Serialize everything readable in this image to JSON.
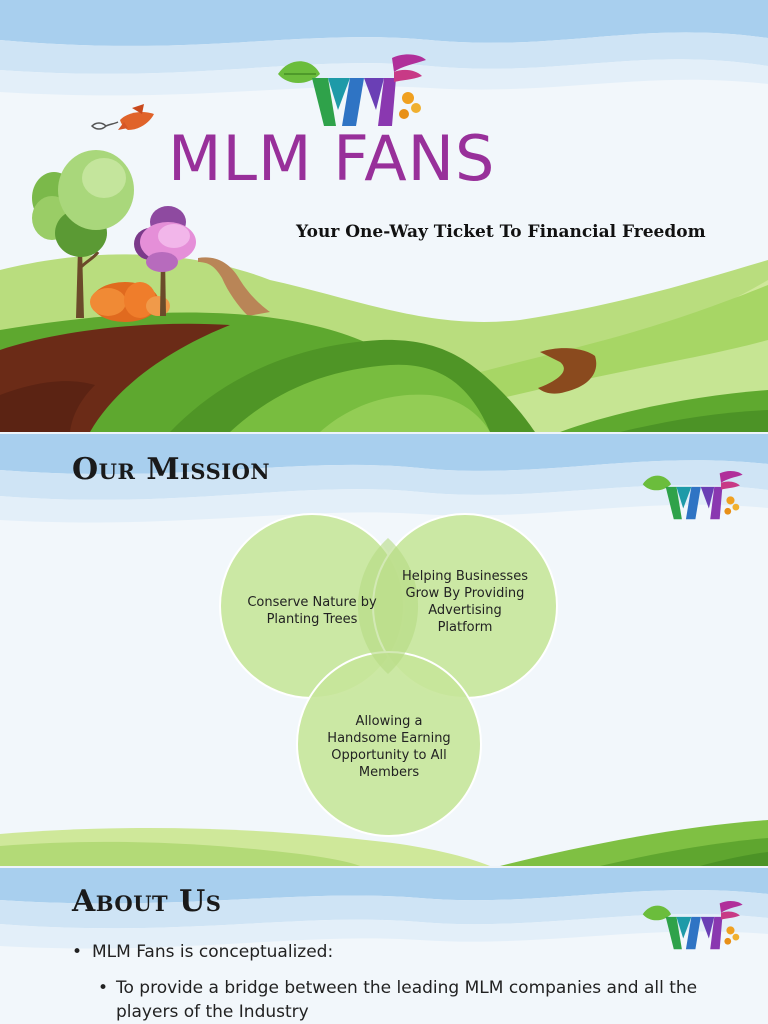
{
  "cover": {
    "title": "MLM FANS",
    "tagline": "Your One-Way Ticket To Financial Freedom"
  },
  "mission": {
    "heading": "Our Mission",
    "circles": [
      {
        "text": "Conserve Nature by Planting Trees"
      },
      {
        "text": "Helping Businesses Grow By Providing Advertising Platform"
      },
      {
        "text": "Allowing a Handsome Earning Opportunity to All Members"
      }
    ]
  },
  "about": {
    "heading": "About Us",
    "bullet1": "MLM Fans is conceptualized:",
    "bullet2": "To provide a bridge between the leading MLM companies and all the players of the Industry"
  },
  "colors": {
    "brand_purple": "#98309a",
    "circle_fill": "#c6e59a",
    "grass_green": "#4e9a2a"
  },
  "icons": [
    "leaf-icon",
    "bird-icon",
    "tree-icon"
  ]
}
